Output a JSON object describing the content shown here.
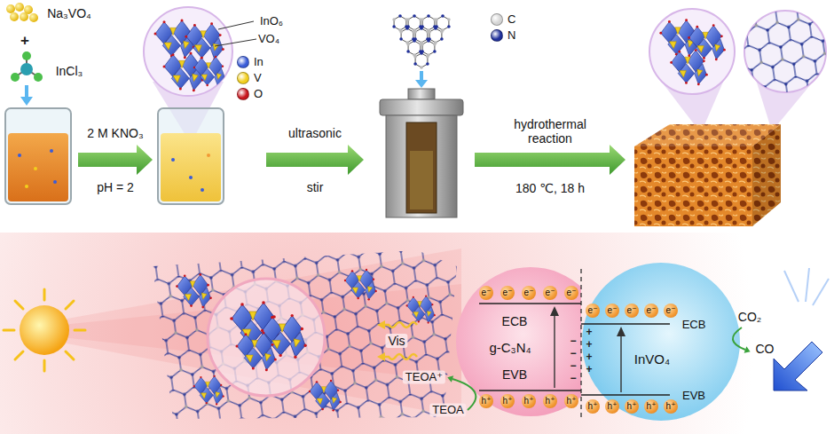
{
  "diagram": {
    "nodes": [
      {
        "text": [
          "ECB",
          "g-C₃N₄",
          "EVB"
        ]
      },
      {
        "text": [
          "ECB",
          "InVO₄",
          "EVB"
        ]
      }
    ],
    "labels": [
      "Na₃VO₄",
      "+",
      "InCl₃",
      "InO₆",
      "VO₄",
      "2 M KNO₃",
      "pH = 2",
      "ultrasonic",
      "stir",
      "hydrothermal reaction",
      "180 ℃, 18 h",
      "Vis",
      "TEOA⁺",
      "TEOA",
      "CO₂",
      "CO",
      "e⁻",
      "e⁻",
      "e⁻",
      "e⁻",
      "e⁻",
      "h⁺",
      "h⁺",
      "h⁺",
      "h⁺",
      "h⁺",
      "e⁻",
      "e⁻",
      "e⁻",
      "e⁻",
      "e⁻",
      "h⁺",
      "h⁺",
      "h⁺",
      "h⁺",
      "h⁺",
      "+",
      "+",
      "+",
      "+",
      "−",
      "−",
      "−",
      "−"
    ],
    "legend": [
      {
        "text": "In",
        "color": "#3a5cd8"
      },
      {
        "text": "V",
        "color": "#f2cf1d"
      },
      {
        "text": "O",
        "color": "#c8161d"
      },
      {
        "text": "C",
        "color": "#d4d4d4"
      },
      {
        "text": "N",
        "color": "#1f2f9a"
      }
    ]
  }
}
